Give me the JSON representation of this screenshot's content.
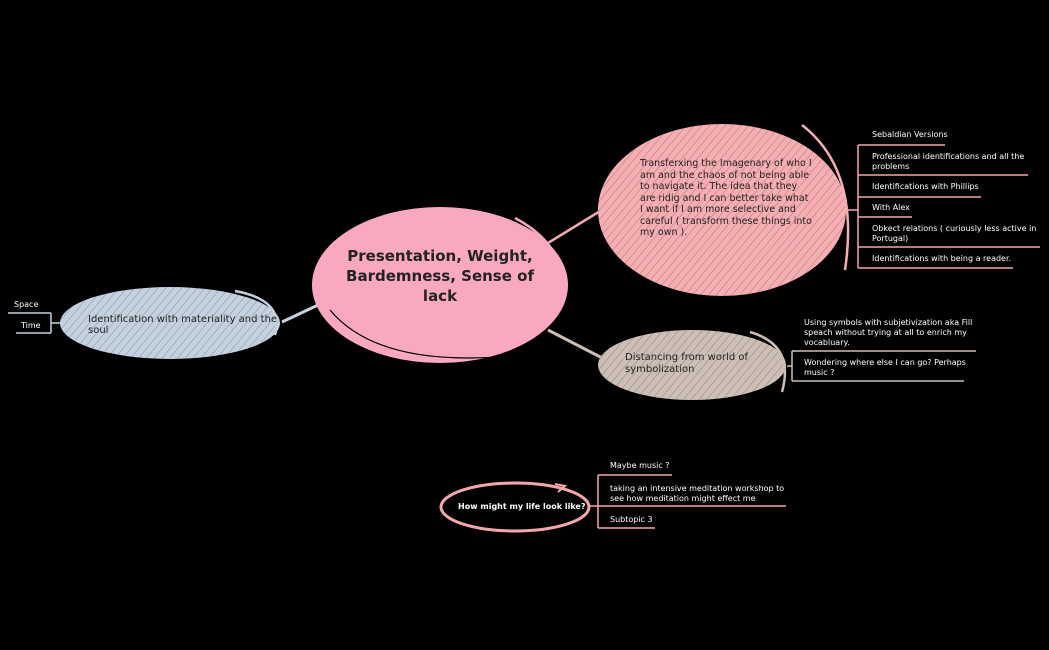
{
  "colors": {
    "background": "#000000",
    "central": "#f9a8c0",
    "topic_pink": "#f7aeb3",
    "topic_taupe": "#cdbfb6",
    "topic_blue": "#c4d2e0",
    "line_pink": "#f2a7ac",
    "line_taupe": "#cdbfb6",
    "line_blue": "#c4d2e0"
  },
  "central_topic": {
    "label": "Presentation, Weight, Bardemness, Sense of lack"
  },
  "topics": [
    {
      "id": "transferxing",
      "label": "Transferxing the Imagenary of who I am and the chaos of not being able to navigate it. The idea that they are ridig and I can better take what I want if I am more selective and careful ( transform these things into my own ).",
      "subtopics": [
        "Sebaldian Versions",
        "Professional identifications and all the problems",
        "Identifications with Phillips",
        "With Alex",
        "Obkect relations ( curiously less active in Portugal)",
        "Identifications with being a reader."
      ]
    },
    {
      "id": "distancing",
      "label": "Distancing from world of symbolization",
      "subtopics": [
        "Using symbols with subjetivization aka Fill speach without trying at all to enrich my vocabluary.",
        "Wondering where else I can go? Perhaps music ?"
      ]
    },
    {
      "id": "identification",
      "label": "Identification with materiality and the soul",
      "subtopics": [
        "Space",
        "Time"
      ]
    }
  ],
  "floating_topic": {
    "label": "How might my life look like?",
    "subtopics": [
      "Maybe music ?",
      "taking an intensive meditation workshop to see how meditation might effect me",
      "Subtopic 3"
    ]
  }
}
